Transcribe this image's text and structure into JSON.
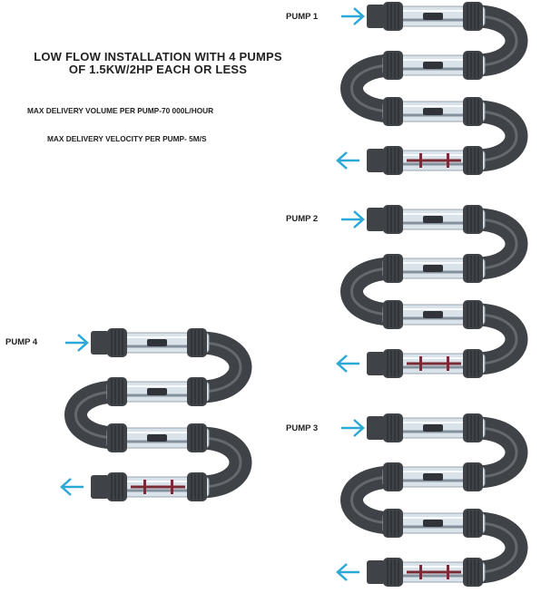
{
  "header": {
    "title_line1": "LOW FLOW INSTALLATION WITH 4 PUMPS",
    "title_line2": "OF 1.5KW/2HP EACH OR LESS",
    "max_volume": "MAX DELIVERY VOLUME PER PUMP-70 000L/HOUR",
    "max_velocity": "MAX DELIVERY VELOCITY PER PUMP- 5M/S"
  },
  "pumps": [
    {
      "label": "PUMP 1"
    },
    {
      "label": "PUMP 2"
    },
    {
      "label": "PUMP 3"
    },
    {
      "label": "PUMP 4"
    }
  ],
  "colors": {
    "arrow": "#2aa9d8",
    "pipe": "#3f4347",
    "pipe_highlight": "#8b9096",
    "tube_glass": "#dbe3ea",
    "electrode": "#7a2a34"
  }
}
